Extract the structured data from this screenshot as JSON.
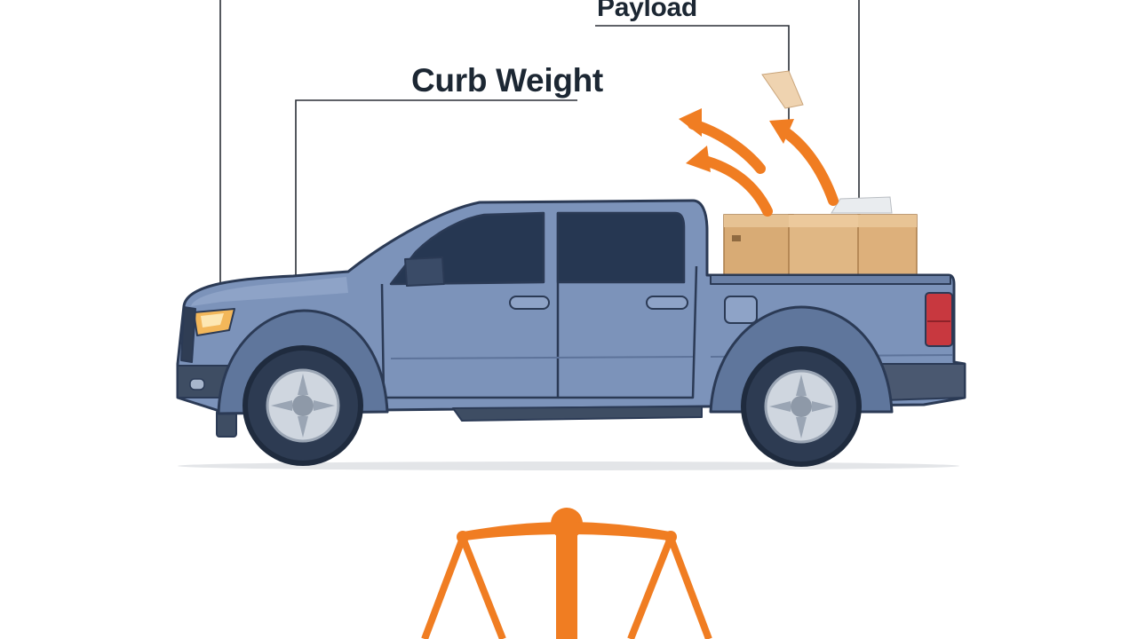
{
  "labels": {
    "payload": "Payload",
    "curb_weight": "Curb Weight"
  },
  "colors": {
    "truck_body": "#7c93ba",
    "truck_outline": "#2b3a55",
    "accent_orange": "#f07d22",
    "box": "#d8ab75",
    "tail_light": "#c8383f",
    "leader_lines": "#2a2f36"
  },
  "icons": {
    "truck": "pickup-truck-illustration",
    "cargo": "cardboard-boxes",
    "arrows": "upward-curved-arrows",
    "scale": "balance-scale-icon"
  }
}
